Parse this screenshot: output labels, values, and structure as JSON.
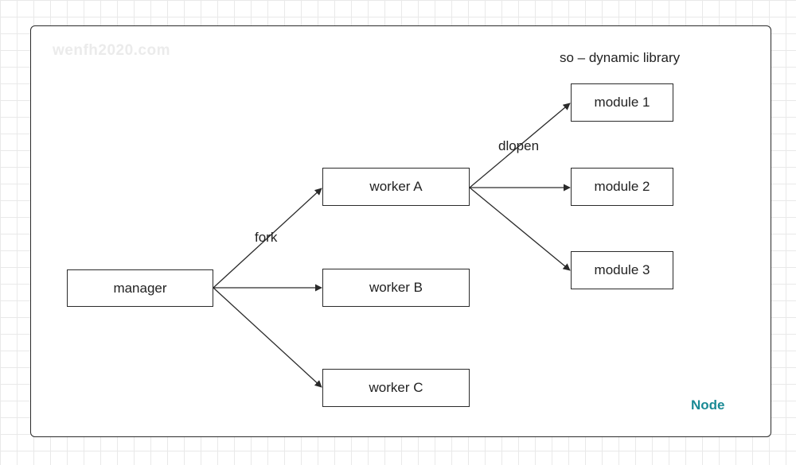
{
  "watermark": "wenfh2020.com",
  "container_label": "Node",
  "group_label": "so – dynamic library",
  "edge_labels": {
    "fork": "fork",
    "dlopen": "dlopen"
  },
  "nodes": {
    "manager": "manager",
    "worker_a": "worker A",
    "worker_b": "worker B",
    "worker_c": "worker C",
    "module_1": "module 1",
    "module_2": "module 2",
    "module_3": "module 3"
  },
  "colors": {
    "node_label": "#1a8a95",
    "watermark": "#ebebeb",
    "stroke": "#2a2a2a"
  }
}
